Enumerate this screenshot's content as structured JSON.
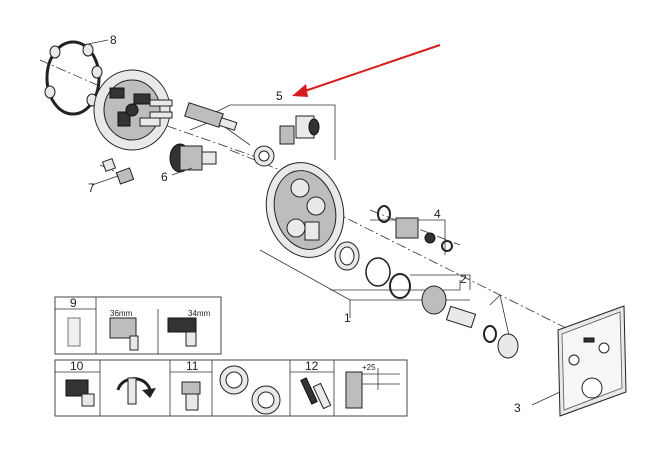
{
  "callouts": {
    "c1": "1",
    "c2": "2",
    "c3": "3",
    "c4": "4",
    "c5": "5",
    "c6": "6",
    "c7": "7",
    "c8": "8",
    "c9": "9",
    "c10": "10",
    "c11": "11",
    "c12": "12"
  },
  "tool_panel": {
    "size_36": "36mm",
    "size_34": "34mm",
    "dim_25": "+25"
  },
  "colors": {
    "arrow": "#d81b1b",
    "ink": "#222222"
  }
}
